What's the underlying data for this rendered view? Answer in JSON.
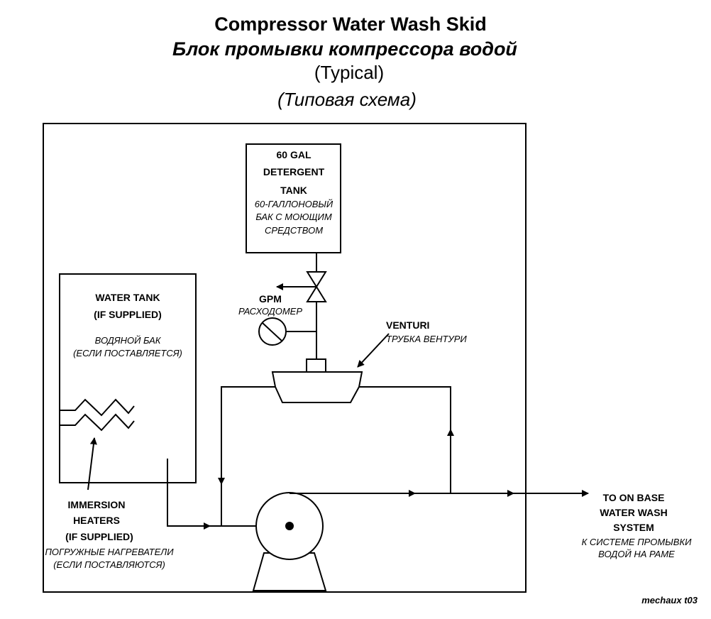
{
  "title": {
    "en": "Compressor Water Wash Skid",
    "ru": "Блок промывки компрессора водой",
    "sub_en": "(Typical)",
    "sub_ru": "(Типовая схема)"
  },
  "detergent_tank": {
    "en": [
      "60 GAL",
      "DETERGENT",
      "TANK"
    ],
    "ru": [
      "60-ГАЛЛОНОВЫЙ",
      "БАК С МОЮЩИМ",
      "СРЕДСТВОМ"
    ]
  },
  "water_tank": {
    "en": [
      "WATER TANK",
      "(IF SUPPLIED)"
    ],
    "ru": [
      "ВОДЯНОЙ БАК",
      "(ЕСЛИ ПОСТАВЛЯЕТСЯ)"
    ]
  },
  "gpm": {
    "en": "GPM",
    "ru": "РАСХОДОМЕР"
  },
  "venturi": {
    "en": "VENTURI",
    "ru": "ТРУБКА ВЕНТУРИ"
  },
  "immersion_heaters": {
    "en": [
      "IMMERSION",
      "HEATERS",
      "(IF SUPPLIED)"
    ],
    "ru": [
      "ПОГРУЖНЫЕ НАГРЕВАТЕЛИ",
      "(ЕСЛИ ПОСТАВЛЯЮТСЯ)"
    ]
  },
  "outlet": {
    "en": [
      "TO ON BASE",
      "WATER WASH",
      "SYSTEM"
    ],
    "ru": [
      "К СИСТЕМЕ ПРОМЫВКИ",
      "ВОДОЙ НА РАМЕ"
    ]
  },
  "credit": "mechaux t03"
}
